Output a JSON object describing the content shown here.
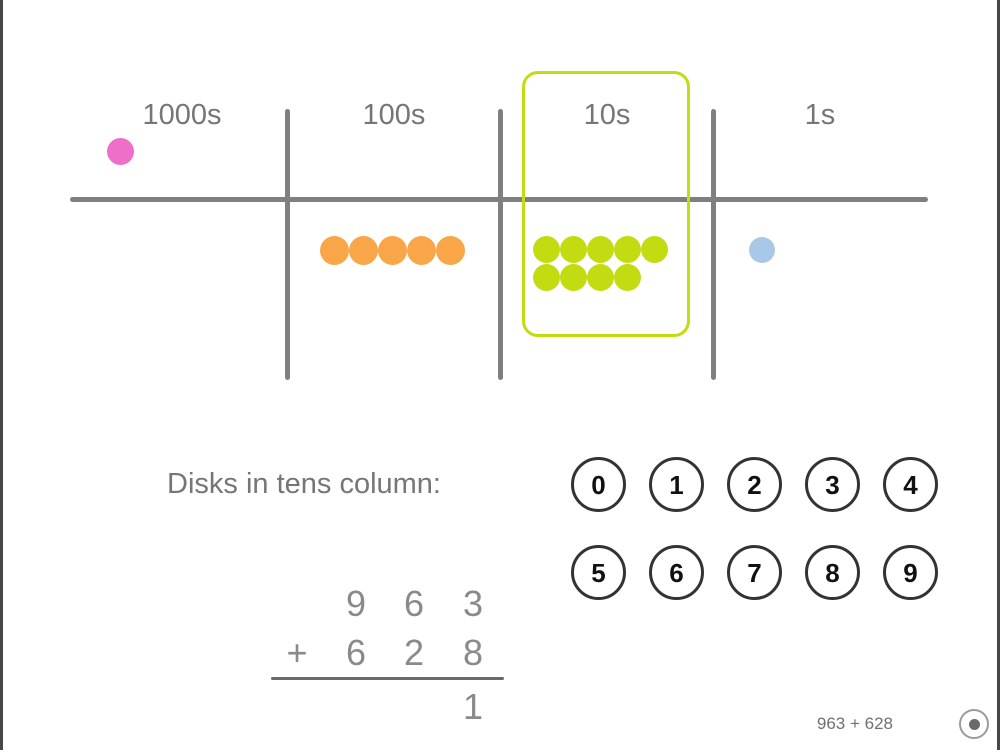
{
  "colors": {
    "chart_line": "#7f7f7f",
    "label_text": "#767676",
    "highlight": "#c3dc12",
    "disk_pink": "#ee6ec8",
    "disk_orange": "#f9a648",
    "disk_green": "#c3dc12",
    "disk_blue": "#a9c8e8",
    "screen_edge": "#474747"
  },
  "chart": {
    "columns": [
      {
        "label": "1000s",
        "disks_above_line": 1,
        "disks_below_line": 0,
        "disk_color": "#ee6ec8",
        "highlighted": false
      },
      {
        "label": "100s",
        "disks_above_line": 0,
        "disks_below_line": 5,
        "disk_color": "#f9a648",
        "highlighted": false
      },
      {
        "label": "10s",
        "disks_above_line": 0,
        "disks_below_line": 9,
        "disk_color": "#c3dc12",
        "highlighted": true
      },
      {
        "label": "1s",
        "disks_above_line": 0,
        "disks_below_line": 1,
        "disk_color": "#a9c8e8",
        "highlighted": false
      }
    ],
    "highlighted_column": "10s"
  },
  "question": {
    "label": "Disks in tens column:"
  },
  "number_pad": {
    "buttons": [
      "0",
      "1",
      "2",
      "3",
      "4",
      "5",
      "6",
      "7",
      "8",
      "9"
    ]
  },
  "addition": {
    "addend1": "963",
    "addend1_digits": [
      "9",
      "6",
      "3"
    ],
    "operator": "+",
    "addend2": "628",
    "addend2_digits": [
      "6",
      "2",
      "8"
    ],
    "answer_ones_digit": "1"
  },
  "footer": {
    "problem_label": "963 + 628",
    "record_icon": "record-icon"
  }
}
